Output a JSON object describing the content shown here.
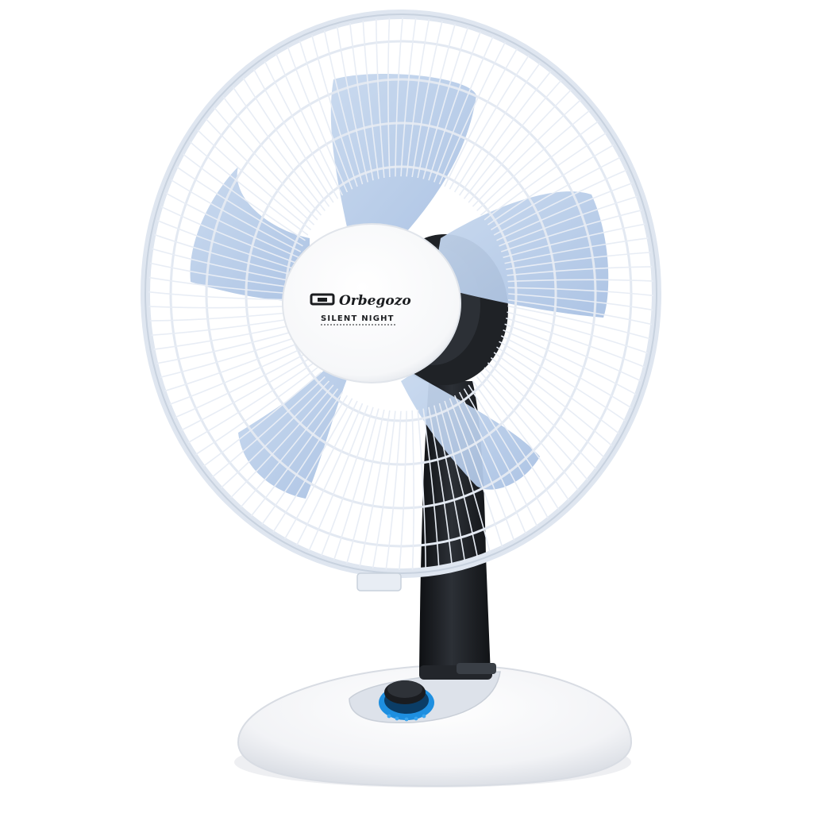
{
  "product": {
    "brand": "Orbegozo",
    "model_label": "SILENT NIGHT",
    "blade_count": 5,
    "icons": [
      "fan-blade-icon",
      "speed-knob-icon",
      "brand-logo-icon"
    ]
  },
  "colors": {
    "background": "#ffffff",
    "grille": "#e6ecf4",
    "blade": "#b9cde8",
    "hub": "#ffffff",
    "stand": "#1d2024",
    "base": "#f4f5f7",
    "knob_ring": "#1e8fe0"
  }
}
